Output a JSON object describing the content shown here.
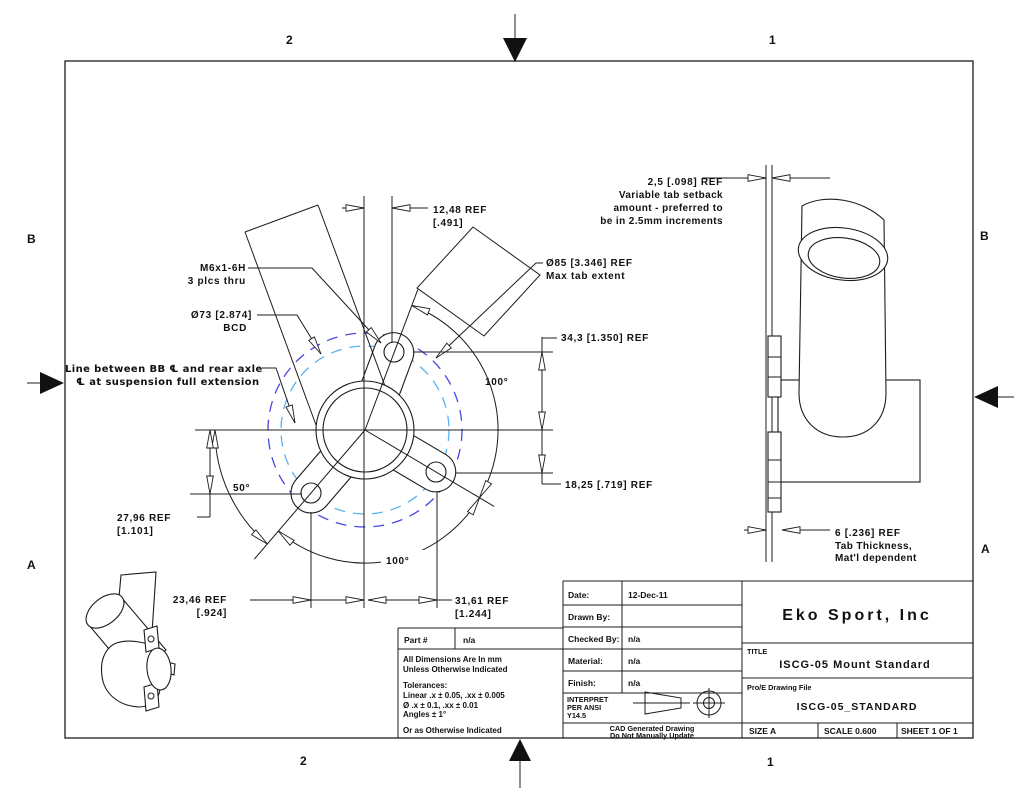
{
  "colors": {
    "bcd_dashed": "#58b2ef",
    "max_tab_dashed": "#4848e2"
  },
  "zones": {
    "top_left": "2",
    "top_right": "1",
    "bottom_left": "2",
    "bottom_right": "1",
    "left_upper": "B",
    "left_lower": "A",
    "right_upper": "B",
    "right_lower": "A"
  },
  "front_view": {
    "dim_setback_top": {
      "l1": "12,48  REF",
      "l2": "[.491]"
    },
    "thread_note": {
      "l1": "M6x1-6H",
      "l2": "3 plcs thru"
    },
    "bcd_note": {
      "l1": "Ø73 [2.874]",
      "l2": "BCD"
    },
    "axle_note": {
      "l1": "Line between BB ℄ and rear axle",
      "l2": "℄ at suspension full extension"
    },
    "max_tab_note": {
      "l1": "Ø85 [3.346] REF",
      "l2": "Max tab extent"
    },
    "dim_34_3": "34,3 [1.350] REF",
    "angle_top_right": "100°",
    "dim_18_25": "18,25 [.719] REF",
    "angle_left": "50°",
    "dim_27_96": {
      "l1": "27,96  REF",
      "l2": "[1.101]"
    },
    "dim_23_46": {
      "l1": "23,46  REF",
      "l2": "[.924]"
    },
    "angle_bottom": "100°",
    "dim_31_61": {
      "l1": "31,61  REF",
      "l2": "[1.244]"
    }
  },
  "side_view": {
    "setback_note": {
      "l1": "2,5 [.098] REF",
      "l2": "Variable tab setback",
      "l3": "amount - preferred to",
      "l4": "be in 2.5mm increments"
    },
    "thickness_note": {
      "l1": "6 [.236] REF",
      "l2": "Tab Thickness,",
      "l3": "Mat'l dependent"
    }
  },
  "part_block": {
    "part_label": "Part #",
    "part_value": "n/a",
    "note1": "All Dimensions Are In mm",
    "note2": "Unless Otherwise Indicated",
    "note3": "Tolerances:",
    "note4": "Linear  .x ± 0.05,  .xx ± 0.005",
    "note5": "Ø  .x ± 0.1,  .xx ± 0.01",
    "note6": "Angles  ± 1°",
    "note7": "Or as Otherwise Indicated"
  },
  "title_block": {
    "date_label": "Date:",
    "date_value": "12-Dec-11",
    "drawn_label": "Drawn By:",
    "drawn_value": "",
    "checked_label": "Checked By:",
    "checked_value": "n/a",
    "material_label": "Material:",
    "material_value": "n/a",
    "finish_label": "Finish:",
    "finish_value": "n/a",
    "interpret1": "INTERPRET",
    "interpret2": "PER ANSI",
    "interpret3": "Y14.5",
    "cad1": "CAD Generated Drawing",
    "cad2": "Do Not Manually Update",
    "company": "Eko Sport, Inc",
    "title_label": "TITLE",
    "title_value": "ISCG-05 Mount Standard",
    "file_label": "Pro/E Drawing File",
    "file_value": "ISCG-05_STANDARD",
    "size": "SIZE A",
    "scale": "SCALE 0.600",
    "sheet": "SHEET 1 OF 1"
  }
}
